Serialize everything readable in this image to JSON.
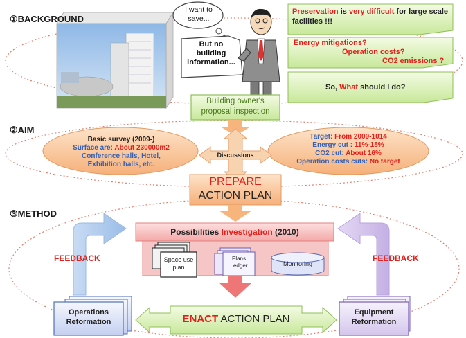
{
  "sections": {
    "background": "①BACKGROUND",
    "aim": "②AIM",
    "method": "③METHOD"
  },
  "background": {
    "thought_bubble": "I want to save...",
    "speech_sign": "But no building information...",
    "notes": {
      "preservation_word": "Preservation",
      "is_word": " is ",
      "very_difficult": "very difficult",
      "preservation_rest": " for large scale facilities !!!",
      "energy": "Energy mitigations?",
      "operation": "Operation costs?",
      "co2": "CO2 emissions ?",
      "so": "So, ",
      "what": "What",
      "should": " should I do?"
    }
  },
  "proposal": "Building owner's proposal inspection",
  "aim": {
    "left": {
      "title": "Basic survey (2009-)",
      "surface_label": "Surface are: ",
      "surface_value": "About 230000m2",
      "halls1": "Conference halls, Hotel,",
      "halls2": "Exhibition halls, etc."
    },
    "discussions": "Discussions",
    "right": {
      "target_label": "Target: ",
      "target_value": "From 2009-1014",
      "energy_label": "Energy cut : ",
      "energy_value": "11%-18%",
      "co2_label": "CO2 cut: ",
      "co2_value": "About 16%",
      "opcost_label": "Operation costs cuts: ",
      "opcost_value": "No target"
    }
  },
  "prepare": {
    "line1": "PREPARE",
    "line2": "ACTION PLAN"
  },
  "method": {
    "investigation_a": "Possibilities ",
    "investigation_b": "Investigation",
    "investigation_c": " (2010)",
    "space_use": "Space use plan",
    "plans_ledger": "Plans Ledger",
    "monitoring": "Monitoring",
    "feedback_left": "FEEDBACK",
    "feedback_right": "FEEDBACK",
    "operations": "Operations Reformation",
    "equipment": "Equipment Reformation",
    "enact_a": "ENACT",
    "enact_b": " ACTION PLAN"
  }
}
